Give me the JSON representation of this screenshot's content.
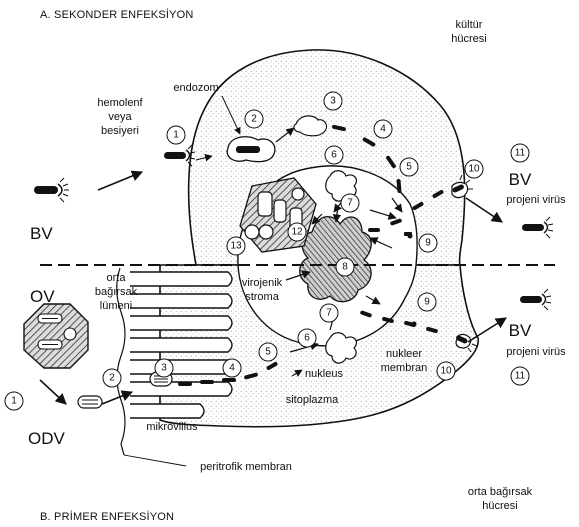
{
  "titles": {
    "secondary": "A. SEKONDER ENFEKSİYON",
    "primary": "B. PRİMER ENFEKSİYON"
  },
  "labels": {
    "culture_cell_l1": "kültür",
    "culture_cell_l2": "hücresi",
    "endosome": "endozom",
    "hemolymph_l1": "hemolenf",
    "hemolymph_l2": "veya",
    "hemolymph_l3": "besiyeri",
    "bv_top_left": "BV",
    "bv_top_right": "BV",
    "progeny_top": "projeni virüs",
    "bv_bottom_right": "BV",
    "progeny_bottom": "projeni virüs",
    "ov": "OV",
    "midgut_lumen_l1": "orta",
    "midgut_lumen_l2": "bağırsak",
    "midgut_lumen_l3": "lümeni",
    "virogenic_stroma_l1": "virojenik",
    "virogenic_stroma_l2": "stroma",
    "nucleus": "nukleus",
    "nuclear_membrane_l1": "nukleer",
    "nuclear_membrane_l2": "membran",
    "cytoplasm": "sitoplazma",
    "microvillus": "mikrovillus",
    "odv": "ODV",
    "peritrophic_membrane": "peritrofik membran",
    "midgut_cell_l1": "orta bağırsak",
    "midgut_cell_l2": "hücresi"
  },
  "step_numbers": {
    "top": [
      "1",
      "2",
      "3",
      "4",
      "5",
      "6",
      "7",
      "8",
      "9",
      "10",
      "11",
      "12",
      "13"
    ],
    "bottom": [
      "1",
      "2",
      "3",
      "4",
      "5",
      "6",
      "7",
      "9",
      "10",
      "11"
    ]
  },
  "colors": {
    "ink": "#111111",
    "stipple": "#9a9a9a",
    "background": "#ffffff"
  }
}
